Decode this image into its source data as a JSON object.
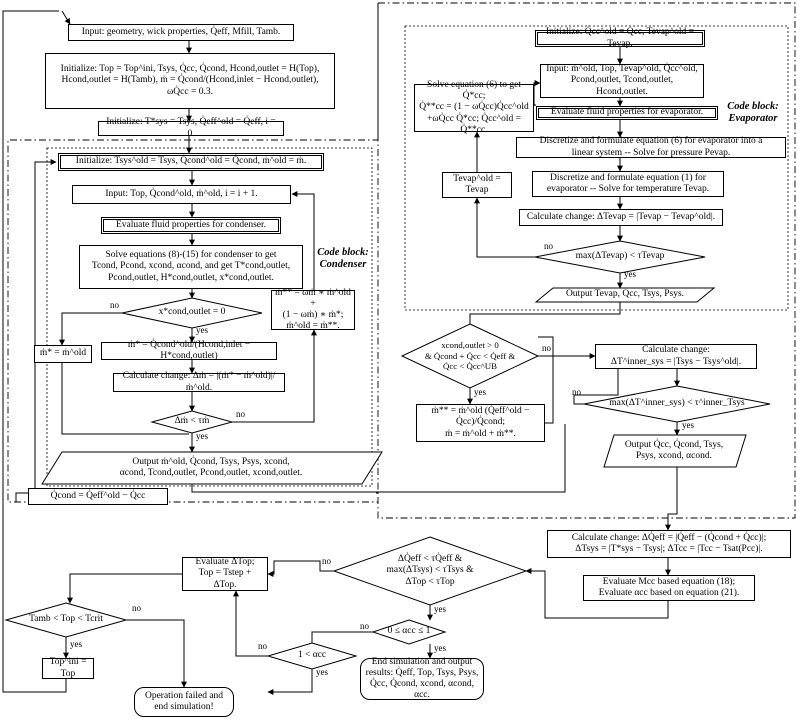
{
  "boxes": {
    "input": "Input: geometry, wick properties, Q̇eff, Mfill, Tamb.",
    "init1": "Initialize: Top = Top^ini, Tsys, Q̇cc, Q̇cond, Hcond,outlet = H(Top),\nHcond,outlet = H(Tamb), ṁ = Q̇cond/(Hcond,inlet − Hcond,outlet),\nωQ̇cc = 0.3.",
    "init2": "Initialize: T*sys = Tsys, Q̇eff^old = Q̇eff, i = 0.",
    "c_init": "Initialize: Tsys^old = Tsys, Q̇cond^old = Q̇cond, ṁ^old = ṁ.",
    "c_input": "Input: Top, Q̇cond^old, ṁ^old, i = i + 1.",
    "c_eval": "Evaluate fluid properties for condenser.",
    "c_solve": "Solve equations (8)-(15) for condenser to get\nTcond, Pcond, xcond, αcond, and get T*cond,outlet,\nPcond,outlet, H*cond,outlet, x*cond,outlet.",
    "c_mstar_old": "ṁ* = ṁ^old",
    "c_mstar": "ṁ* = Q̇cond^old/(Hcond,inlet − H*cond,outlet)",
    "c_calc": "Calculate change: Δṁ = |(ṁ* − ṁ^old)|/ṁ^old.",
    "c_relax": "ṁ** = ωṁ ∗ ṁ^old +\n(1 − ωṁ) ∗ ṁ*;\nṁ^old = ṁ**.",
    "c_qcond": "Q̇cond = Q̇eff^old − Q̇cc",
    "e_init": "Initialize: Q̇cc^old = Q̇cc, Tevap^old = Tevap.",
    "e_input": "Input: ṁ^old, Top, Tevap^old, Q̇cc^old,\nPcond,outlet, Tcond,outlet, Hcond,outlet.",
    "e_solve6": "Solve equation (6) to get Q̇*cc;\nQ̇**cc = (1 − ωQ̇cc)Q̇cc^old\n+ωQ̇cc Q̇*cc; Q̇cc^old = Q̇**cc.",
    "e_eval": "Evaluate fluid properties for evaporator.",
    "e_disc6": "Discretize and formulate equation (6) for evaporator into a\nlinear system -- Solve for pressure Pevap.",
    "e_tupd": "Tevap^old = Tevap",
    "e_disc1": "Discretize and formulate equation (1) for\nevaporator -- Solve for temperature Tevap.",
    "e_calc": "Calculate change: ΔTevap = |Tevap − Tevap^old|.",
    "r_mdot": "ṁ** = ṁ^old (Q̇eff^old − Q̇cc)/Q̇cond;\nṁ = ṁ^old + ṁ**.",
    "r_calc_sys": "Calculate change:\nΔT^inner_sys = |Tsys − Tsys^old|.",
    "r_calc_all": "Calculate change: ΔQ̇eff = |Q̇eff − (Q̇cond + Q̇cc)|;\nΔTsys = |T*sys − Tsys|; ΔTcc = |Tcc − Tsat(Pcc)|.",
    "r_evalM": "Evaluate Mcc based equation (18);\nEvaluate αcc based on equation (21).",
    "b_evalT": "Evaluate ΔTop;\nTop = Tstep + ΔTop.",
    "b_tini": "Top^ini = Top"
  },
  "parallelograms": {
    "c_output": "Output ṁ^old, Q̇cond, Tsys, Psys, xcond,\nαcond, Tcond,outlet, Pcond,outlet, xcond,outlet.",
    "e_output": "Output Tevap, Q̇cc, Tsys, Psys.",
    "r_output": "Output Q̇cc, Q̇cond, Tsys,\nPsys, xcond, αcond."
  },
  "decisions": {
    "c_xstar": "x*cond,outlet = 0",
    "c_dm": "Δṁ < τṁ",
    "e_dt": "max(ΔTevap) < τTevap",
    "r_cond": "xcond,outlet > 0\n& Q̇cond + Q̇cc < Q̇eff &\nQ̇cc < Q̇cc^UB",
    "r_tsys": "max(ΔT^inner_sys) < τ^inner_Tsys",
    "b_main": "ΔQ̇eff < τQ̇eff &\nmax(ΔTsys) < τTsys &\nΔTop < τTop",
    "b_alpha": "0 ≤ αcc ≤ 1",
    "b_alpha1": "1 < αcc",
    "b_tamb": "Tamb < Top < Tcrit"
  },
  "terminals": {
    "end_ok": "End simulation and output\nresults: Q̇eff, Top, Tsys, Psys,\nQ̇cc, Q̇cond, xcond, αcond, αcc.",
    "end_fail": "Operation failed and\nend simulation!"
  },
  "labels": {
    "yes": "yes",
    "no": "no",
    "block_condenser": "Code block:\nCondenser",
    "block_evaporator": "Code block:\nEvaporator"
  }
}
